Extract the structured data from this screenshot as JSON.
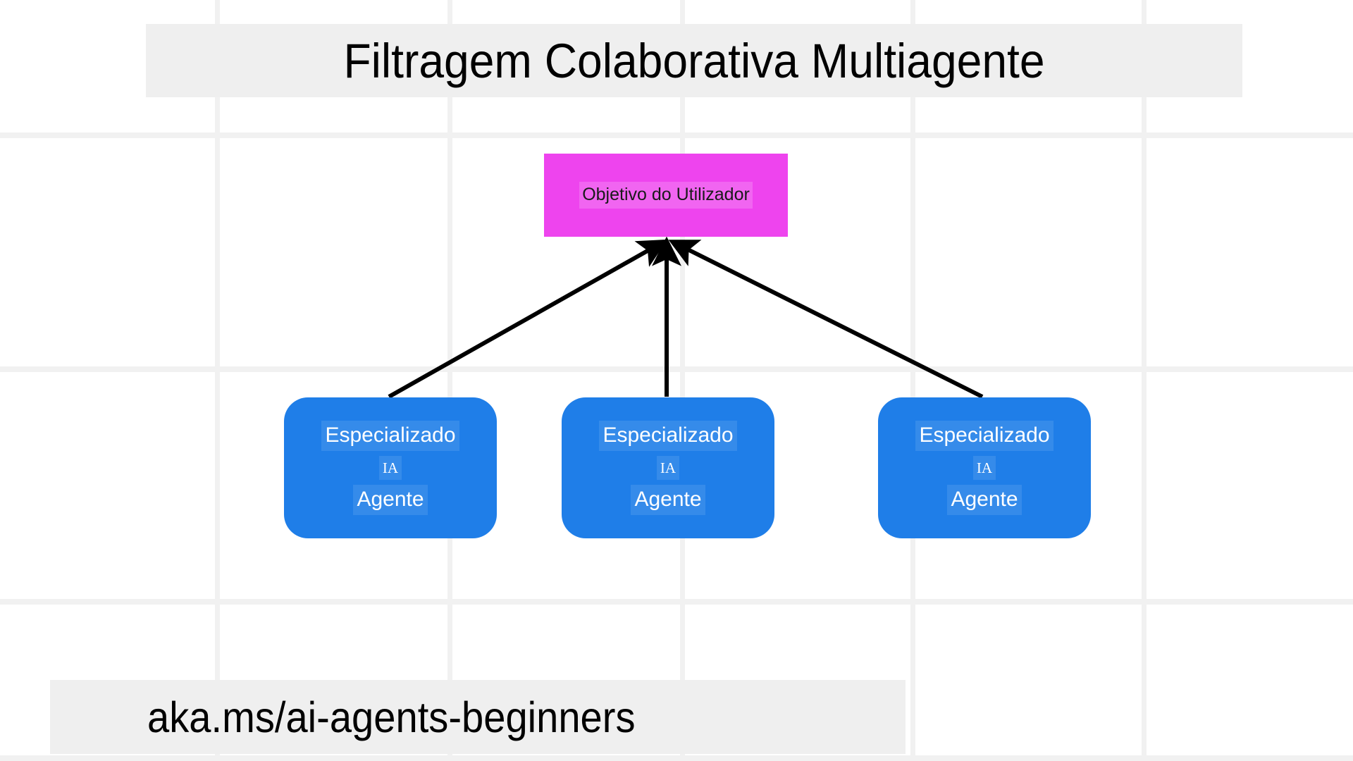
{
  "page": {
    "title": "Filtragem Colaborativa Multiagente",
    "footer_link": "aka.ms/ai-agents-beginners",
    "background_color": "#ffffff",
    "band_color": "#efefef",
    "grid_color": "#f1f1f1"
  },
  "diagram": {
    "type": "hierarchy",
    "goal_node": {
      "label": "Objetivo do Utilizador",
      "color": "#ee44ee",
      "text_color": "#1a1a1a"
    },
    "agents": [
      {
        "line1": "Especializado",
        "line2": "IA",
        "line3": "Agente",
        "color": "#1f7ee8",
        "text_color": "#ffffff"
      },
      {
        "line1": "Especializado",
        "line2": "IA",
        "line3": "Agente",
        "color": "#1f7ee8",
        "text_color": "#ffffff"
      },
      {
        "line1": "Especializado",
        "line2": "IA",
        "line3": "Agente",
        "color": "#1f7ee8",
        "text_color": "#ffffff"
      }
    ],
    "edges": [
      {
        "from": "agent-1",
        "to": "goal",
        "arrow": "to-goal",
        "color": "#000000"
      },
      {
        "from": "agent-2",
        "to": "goal",
        "arrow": "to-goal",
        "color": "#000000"
      },
      {
        "from": "agent-3",
        "to": "goal",
        "arrow": "to-goal",
        "color": "#000000"
      }
    ]
  },
  "grid": {
    "vertical_x": [
      305,
      635,
      965,
      1292,
      1620
    ],
    "horizontal_y": [
      188,
      520,
      850,
      1072
    ]
  }
}
